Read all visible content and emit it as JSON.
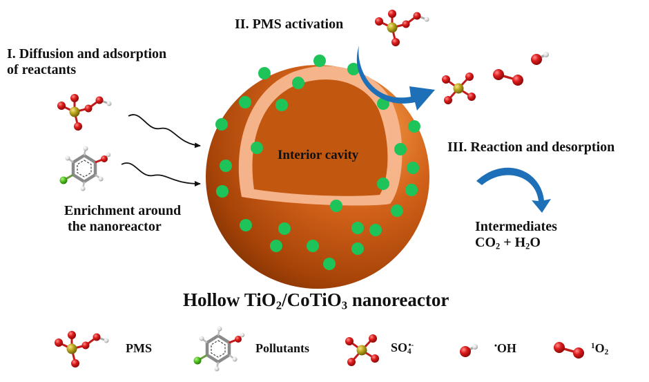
{
  "steps": {
    "step1_line1": "I. Diffusion and adsorption",
    "step1_line2": "of reactants",
    "step2": "II. PMS activation",
    "step3": "III. Reaction and desorption"
  },
  "enrichment": {
    "line1": "Enrichment around",
    "line2": "the nanoreactor"
  },
  "cavity_label": "Interior cavity",
  "products": {
    "line1": "Intermediates",
    "co": "CO",
    "co_sub": "2",
    "plus": " + H",
    "h_sub": "2",
    "o": "O"
  },
  "title": {
    "part1": "Hollow TiO",
    "sub1": "2",
    "part2": "/CoTiO",
    "sub2": "3",
    "part3": " nanoreactor"
  },
  "legend": {
    "pms": "PMS",
    "pollutants": "Pollutants",
    "so4": "SO",
    "so4_sub": "4",
    "so4_sup": "•-",
    "oh_sup": "•",
    "oh": "OH",
    "o2_sup": "1",
    "o2": "O",
    "o2_sub": "2"
  },
  "colors": {
    "sphere": "#c85a10",
    "shell": "#f5b48c",
    "cavity": "#c0560e",
    "dots": "#1ec45a",
    "arrow": "#1d6fb8",
    "oxygen": "#d21a1a",
    "sulfur": "#b8a21a",
    "carbon": "#909090",
    "chlorine": "#4cc21c"
  }
}
